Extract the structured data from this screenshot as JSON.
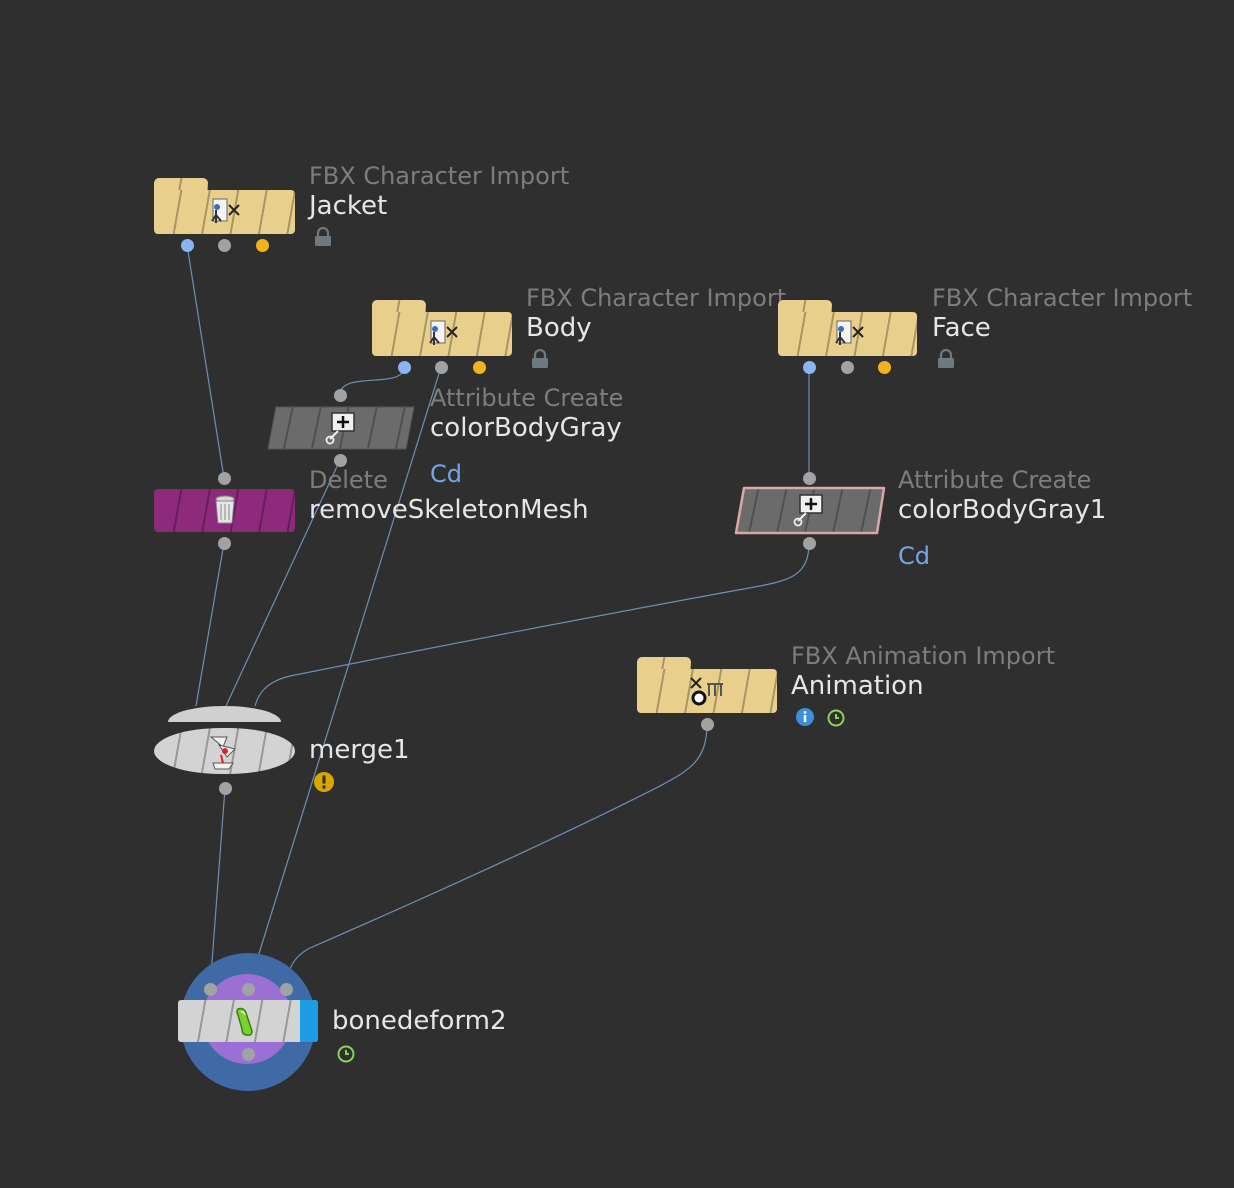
{
  "nodes": {
    "jacket": {
      "type": "FBX Character Import",
      "name": "Jacket"
    },
    "body": {
      "type": "FBX Character Import",
      "name": "Body"
    },
    "face": {
      "type": "FBX Character Import",
      "name": "Face"
    },
    "colorBodyGray": {
      "type": "Attribute Create",
      "name": "colorBodyGray",
      "attribute": "Cd"
    },
    "removeSkeletonMesh": {
      "type": "Delete",
      "name": "removeSkeletonMesh"
    },
    "colorBodyGray1": {
      "type": "Attribute Create",
      "name": "colorBodyGray1",
      "attribute": "Cd"
    },
    "animation": {
      "type": "FBX Animation Import",
      "name": "Animation"
    },
    "merge1": {
      "name": "merge1"
    },
    "bonedeform2": {
      "name": "bonedeform2"
    }
  },
  "colors": {
    "background": "#2f2f2f",
    "wire": "#6f8fb4",
    "folder_node": "#e8cf8c",
    "delete_node": "#8e2a7c",
    "attribcreate_node": "#6b6b6b",
    "selected_outline": "#d9a6aa",
    "merge_node": "#d3d3d3",
    "bonedeform_outer": "#3f6aa6",
    "bonedeform_inner": "#9c6fd4",
    "display_flag": "#1b9ce3",
    "warning": "#d9a600",
    "info": "#3d8fdc",
    "time_dependent": "#8bd15b",
    "lock": "#6f7a80"
  },
  "icons": {
    "fbx_character": "fbx-character-icon",
    "fbx_animation": "fbx-animation-icon",
    "attribcreate": "attribute-create-icon",
    "delete": "trash-icon",
    "merge": "merge-icon",
    "bonedeform": "bone-deform-icon",
    "lock": "lock-icon",
    "warning": "warning-icon",
    "info": "info-icon",
    "time": "time-dependent-icon"
  }
}
